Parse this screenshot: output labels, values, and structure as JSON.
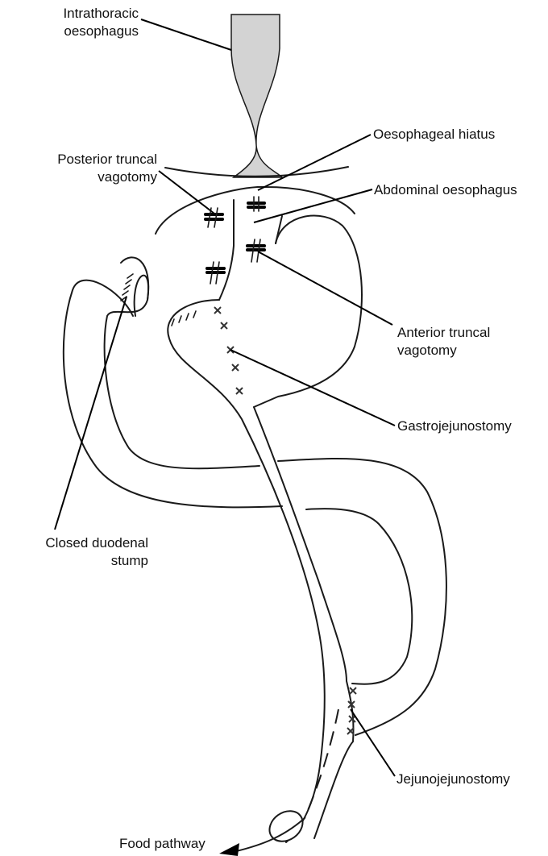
{
  "labels": {
    "intrathoracic_oesophagus": "Intrathoracic\noesophagus",
    "oesophageal_hiatus": "Oesophageal hiatus",
    "posterior_truncal_vagotomy": "Posterior truncal\nvagotomy",
    "abdominal_oesophagus": "Abdominal oesophagus",
    "anterior_truncal_vagotomy": "Anterior truncal\nvagotomy",
    "gastrojejunostomy": "Gastrojejunostomy",
    "closed_duodenal_stump": "Closed duodenal\nstump",
    "jejunojejunostomy": "Jejunojejunostomy",
    "food_pathway": "Food pathway"
  },
  "colors": {
    "oesophagus_fill": "#d3d3d3",
    "line": "#1a1a1a"
  }
}
